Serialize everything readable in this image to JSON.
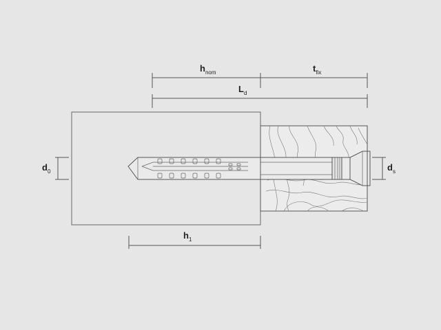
{
  "diagram": {
    "colors": {
      "background": "#e6e6e6",
      "outline": "#555555",
      "substrate": "#e6e6e6",
      "anchor_fill": "#e9e9e9"
    },
    "dimensions": {
      "h_nom": {
        "main": "h",
        "sub": "nom"
      },
      "t_fix": {
        "main": "t",
        "sub": "fix"
      },
      "L_d": {
        "main": "L",
        "sub": "d"
      },
      "d_0": {
        "main": "d",
        "sub": "0"
      },
      "d_s": {
        "main": "d",
        "sub": "s"
      },
      "h_1": {
        "main": "h",
        "sub": "1"
      }
    }
  }
}
